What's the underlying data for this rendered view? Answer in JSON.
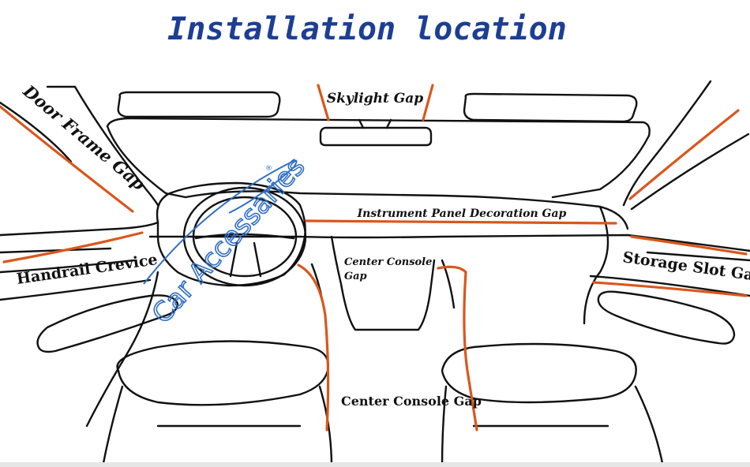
{
  "title": "Installation location",
  "labels": {
    "skylight_gap": "Skylight Gap",
    "door_frame_gap": "Door Frame Gap",
    "handrail_crevice": "Handrail Crevice",
    "instrument_panel_gap": "Instrument Panel Decoration Gap",
    "center_console_gap_top_line1": "Center Console",
    "center_console_gap_top_line2": "Gap",
    "center_console_gap_bottom": "Center Console Gap",
    "storage_slot_gap": "Storage Slot Gap"
  },
  "watermark": {
    "text": "Car Accessaries",
    "registered_mark": "®"
  },
  "colors": {
    "title": "#1d3e93",
    "strip": "#d9571c",
    "outline": "#111111",
    "watermark": "#2f6fc4"
  }
}
